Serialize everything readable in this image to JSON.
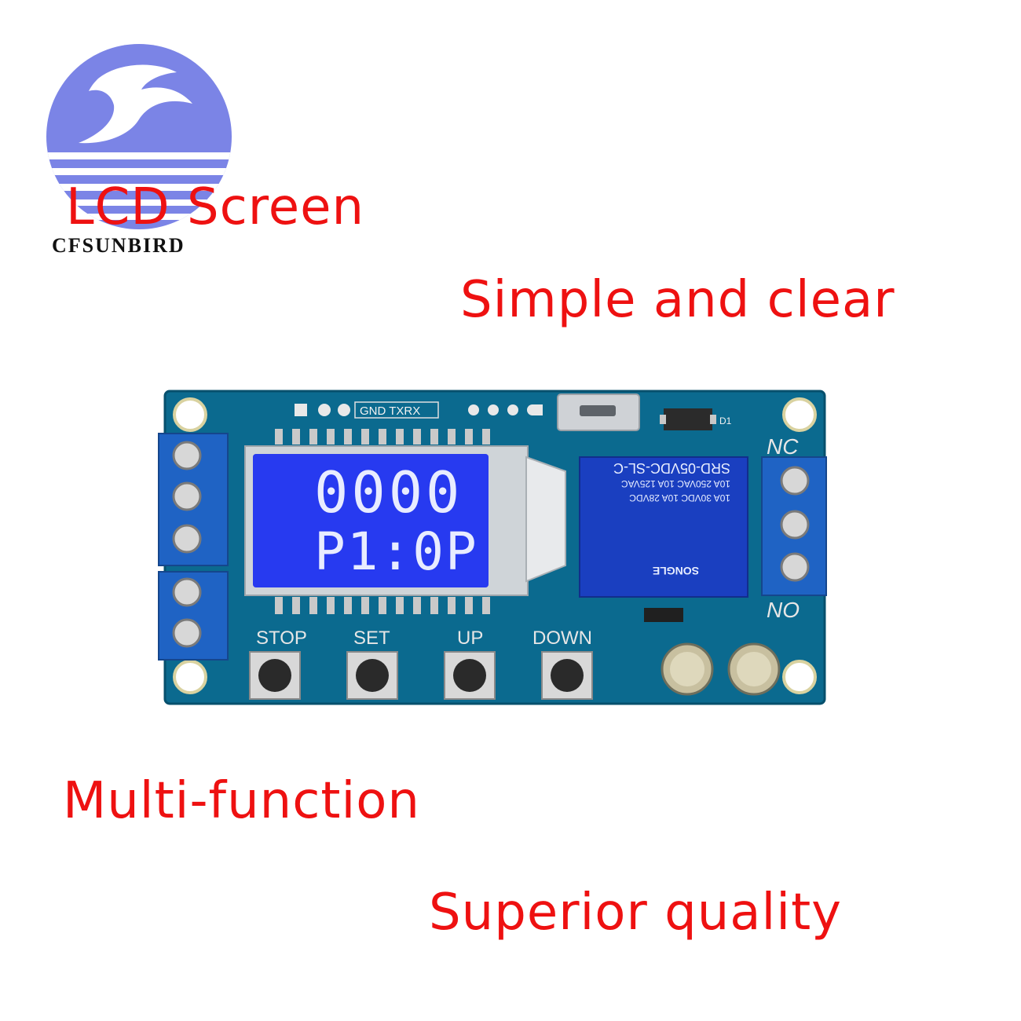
{
  "logo": {
    "brand": "CFSUNBIRD",
    "colors": {
      "circle": "#7b84e6",
      "stripes": "#ffffff"
    }
  },
  "headlines": {
    "lcd_screen": "LCD Screen",
    "simple_clear": "Simple and clear",
    "multi_function": "Multi-function",
    "superior_quality": "Superior quality"
  },
  "board": {
    "header_label": "GND TXRX",
    "lcd": {
      "line1": "0000",
      "line2": "P1:0P",
      "bg_color": "#1e2de8"
    },
    "relay": {
      "model": "SRD-05VDC-SL-C",
      "rating1": "10A 250VAC  10A 125VAC",
      "rating2": "10A 30VDC  10A 28VDC",
      "brand": "SONGLE"
    },
    "terminals": {
      "nc": "NC",
      "no": "NO"
    },
    "diode_label": "D1",
    "buttons": [
      "STOP",
      "SET",
      "UP",
      "DOWN"
    ],
    "pcb_color": "#0b6a8f",
    "terminal_color": "#1f63c4"
  },
  "colors": {
    "headline": "#ee1111"
  }
}
